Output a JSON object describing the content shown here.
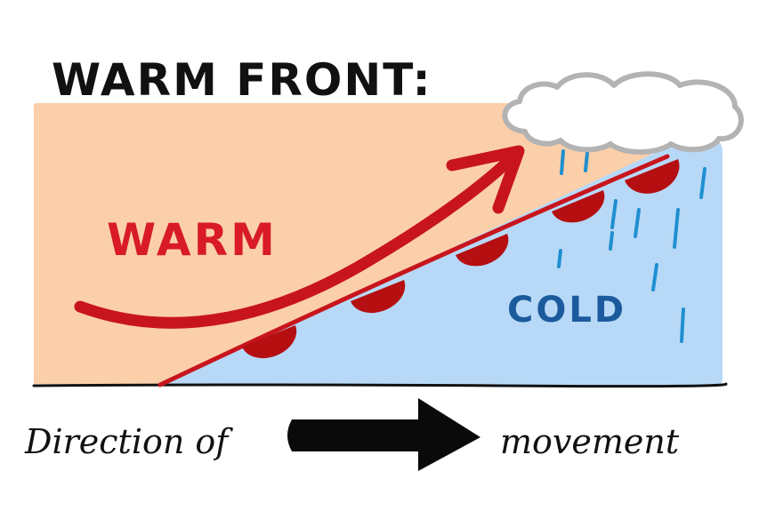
{
  "title": "WARM FRONT:",
  "labels": {
    "warm": "WARM",
    "cold": "COLD"
  },
  "caption": {
    "before": "Direction of",
    "after": "movement"
  },
  "colors": {
    "warm_air": "#fbcfaa",
    "cold_air": "#b7d9f7",
    "front_line": "#c8151d",
    "front_bumps": "#b50f12",
    "warm_label": "#d81b26",
    "cold_label": "#1b5a9c",
    "rain": "#1f8fd1",
    "cloud_fill": "#ffffff",
    "cloud_outline": "#b3b3b3",
    "ink": "#111111"
  },
  "icons": {
    "cloud": "rain-cloud-icon",
    "rain": "raindrop-streaks",
    "movement_arrow": "thick-right-arrow-icon"
  }
}
